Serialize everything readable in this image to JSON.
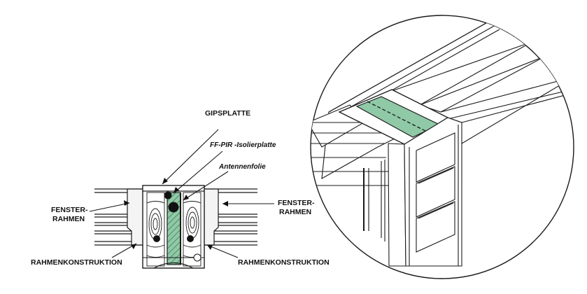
{
  "labels": {
    "gipsplatte": "GIPSPLATTE",
    "isolierplatte": "FF-PIR -Isolierplatte",
    "antennenfolie": "Antennenfolie",
    "fenster_left_line1": "FENSTER-",
    "fenster_left_line2": "RAHMEN",
    "fenster_right_line1": "FENSTER-",
    "fenster_right_line2": "RAHMEN",
    "rahmen_left": "RAHMENKONSTRUKTION",
    "rahmen_right": "RAHMENKONSTRUKTION"
  },
  "colors": {
    "insulation_green": "#8fc9a6",
    "line": "#1a1a1a",
    "background": "#ffffff"
  }
}
